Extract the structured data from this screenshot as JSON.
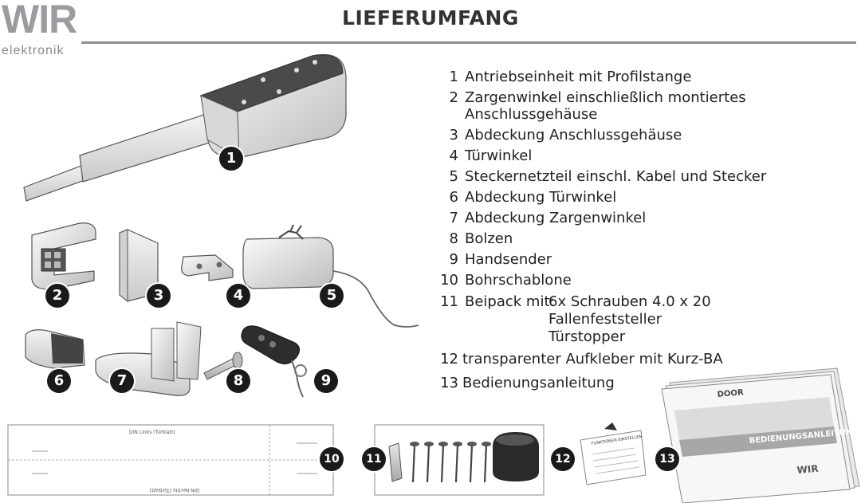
{
  "header": {
    "logo_main": "WIR",
    "logo_sub": "elektronik",
    "title": "LIEFERUMFANG"
  },
  "items": [
    {
      "num": "1",
      "text": "Antriebseinheit mit Profilstange"
    },
    {
      "num": "2",
      "text": "Zargenwinkel einschließlich montiertes",
      "text2": "Anschlussgehäuse"
    },
    {
      "num": "3",
      "text": "Abdeckung Anschlussgehäuse"
    },
    {
      "num": "4",
      "text": "Türwinkel"
    },
    {
      "num": "5",
      "text": "Steckernetzteil einschl. Kabel und Stecker"
    },
    {
      "num": "6",
      "text": "Abdeckung Türwinkel"
    },
    {
      "num": "7",
      "text": "Abdeckung Zargenwinkel"
    },
    {
      "num": "8",
      "text": "Bolzen"
    },
    {
      "num": "9",
      "text": "Handsender"
    },
    {
      "num": "10",
      "text": "Bohrschablone"
    },
    {
      "num": "11",
      "text": "Beipack mit:",
      "sub": [
        "6x Schrauben  4.0 x 20",
        "Fallenfeststeller",
        "Türstopper"
      ]
    },
    {
      "num": "12",
      "text": "transparenter Aufkleber mit Kurz-BA"
    },
    {
      "num": "13",
      "text": "Bedienungsanleitung"
    }
  ],
  "badges": [
    "1",
    "2",
    "3",
    "4",
    "5",
    "6",
    "7",
    "8",
    "9",
    "10",
    "11",
    "12",
    "13"
  ],
  "template": {
    "title": "DIN Links (Türblatt)",
    "title_flipped": "DIN Rechts (Türblatt)"
  },
  "sticker": {
    "heading": "FUNKTIONEN EINSTELLEN"
  },
  "manual": {
    "brand": "DOOR",
    "band_text": "BEDIENUNGSANLEITUNG",
    "logo": "WIR"
  },
  "colors": {
    "logo_gray": "#9a9ca0",
    "rule_gray": "#8d8f92",
    "badge": "#1a1a1a"
  }
}
